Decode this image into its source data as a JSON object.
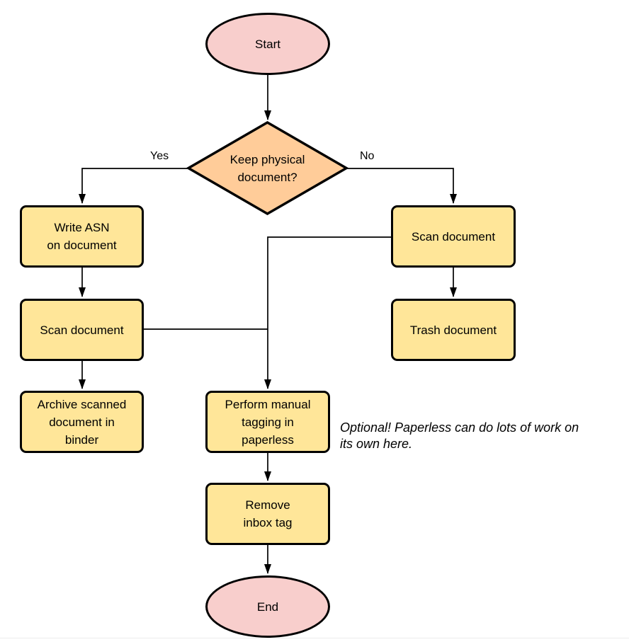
{
  "nodes": {
    "start": "Start",
    "decision": "Keep physical\ndocument?",
    "write_asn": "Write ASN\non document",
    "scan_left": "Scan document",
    "archive": "Archive scanned\ndocument in\nbinder",
    "scan_right": "Scan document",
    "trash": "Trash document",
    "tagging": "Perform manual\ntagging in\npaperless",
    "remove_tag": "Remove\ninbox tag",
    "end": "End"
  },
  "edge_labels": {
    "yes": "Yes",
    "no": "No"
  },
  "annotation": "Optional! Paperless can do lots of work on\nits own here.",
  "colors": {
    "terminator_fill": "#F8CECC",
    "decision_fill": "#FFCC99",
    "process_fill": "#FFE699",
    "stroke": "#000000"
  }
}
